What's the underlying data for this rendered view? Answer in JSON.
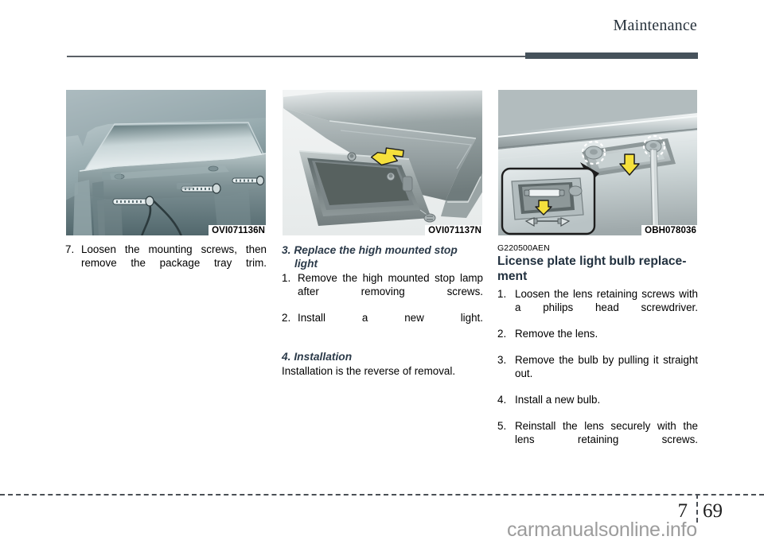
{
  "header": {
    "title": "Maintenance"
  },
  "columns": [
    {
      "figure": {
        "name": "package-tray-trim-figure",
        "caption": "OVI071136N",
        "alt": "Rear package tray trim with mounting screws and rear window"
      },
      "blocks": [
        {
          "type": "list",
          "items": [
            {
              "num": "7.",
              "text": "Loosen the mounting screws, then remove the package tray trim."
            }
          ]
        }
      ]
    },
    {
      "figure": {
        "name": "high-mounted-stop-lamp-figure",
        "caption": "OVI071137N",
        "alt": "High mounted stop lamp housing removed from rear shelf, yellow arrow"
      },
      "blocks": [
        {
          "type": "heading-italic",
          "text": "3. Replace the high mounted stop light"
        },
        {
          "type": "list",
          "items": [
            {
              "num": "1.",
              "text": "Remove the high mounted stop lamp after removing screws."
            },
            {
              "num": "2.",
              "text": "Install a new light."
            }
          ]
        },
        {
          "type": "spacer"
        },
        {
          "type": "heading-italic",
          "text": "4. Installation"
        },
        {
          "type": "para",
          "text": "Installation is the reverse of removal."
        }
      ]
    },
    {
      "figure": {
        "name": "license-plate-light-figure",
        "caption": "OBH078036",
        "alt": "License plate light lens and bulb with detail callout inset"
      },
      "blocks": [
        {
          "type": "code",
          "text": "G220500AEN"
        },
        {
          "type": "heading-bold",
          "text": "License plate light bulb replace-ment"
        },
        {
          "type": "list",
          "items": [
            {
              "num": "1.",
              "text": "Loosen the lens retaining screws with a philips head screwdriver."
            },
            {
              "num": "2.",
              "text": "Remove the lens."
            },
            {
              "num": "3.",
              "text": "Remove the bulb by pulling it straight out."
            },
            {
              "num": "4.",
              "text": "Install a new bulb."
            },
            {
              "num": "5.",
              "text": "Reinstall the lens securely with the lens retaining screws."
            }
          ]
        }
      ]
    }
  ],
  "footer": {
    "chapter": "7",
    "page": "69",
    "watermark": "carmanualsonline.info"
  },
  "colors": {
    "heading": "#2b3a49",
    "rule": "#46525b",
    "watermark": "#9c9c9c",
    "arrow": "#f5e03c"
  }
}
